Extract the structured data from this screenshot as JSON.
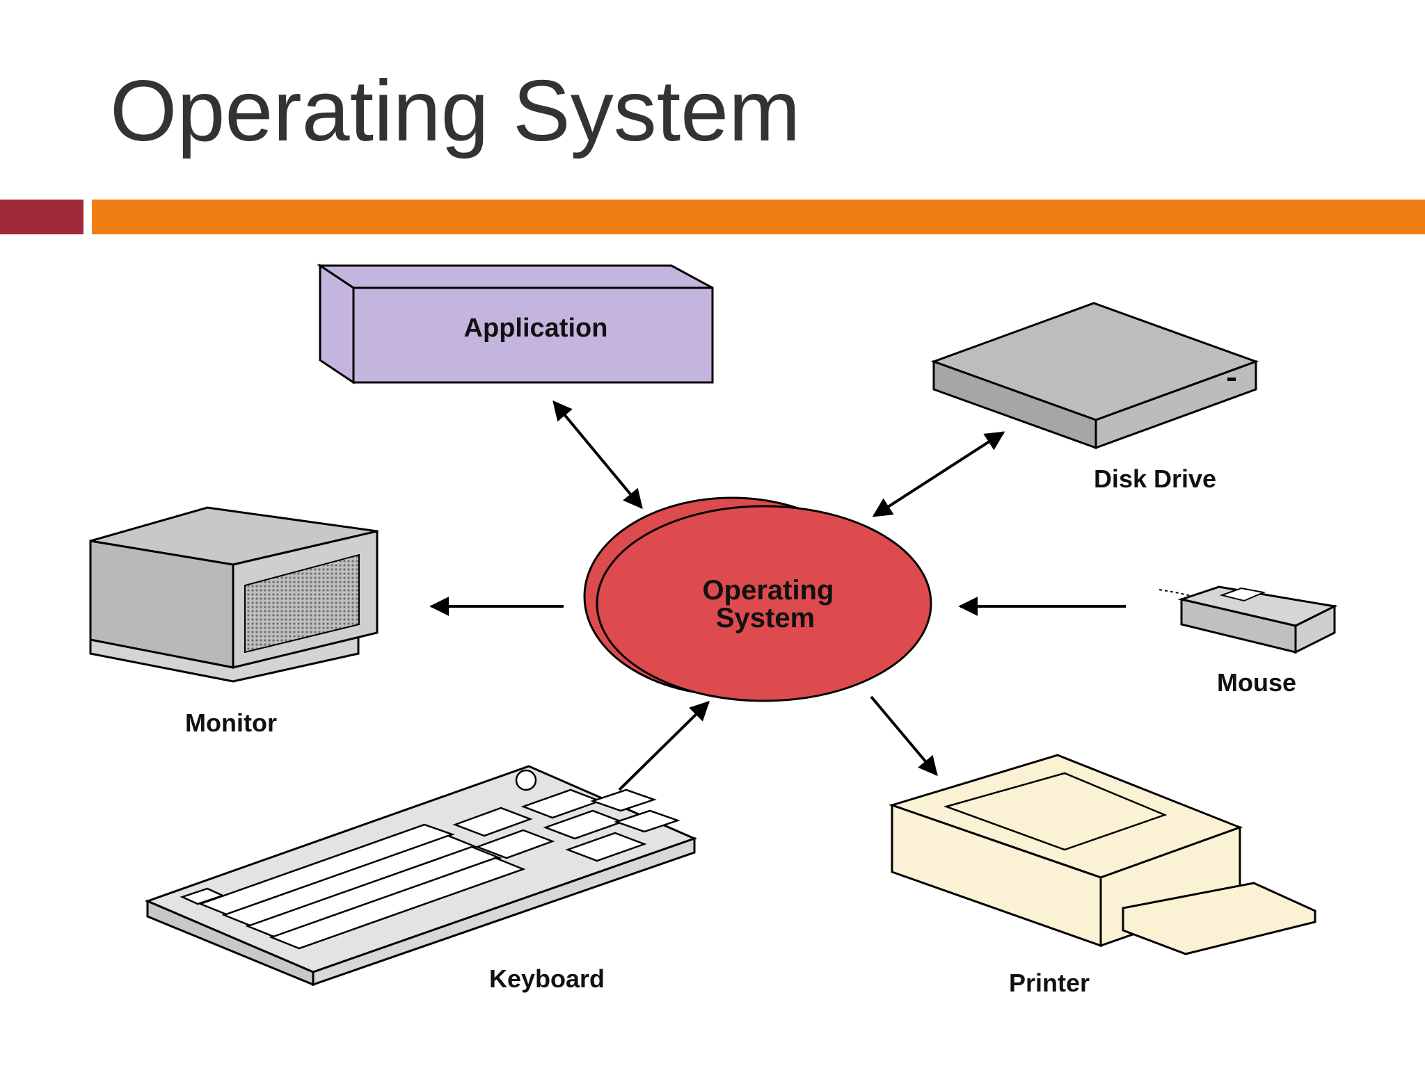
{
  "slide": {
    "title": "Operating System",
    "accent_colors": {
      "left_bar": "#9e2a3a",
      "right_bar": "#ef7f12"
    }
  },
  "diagram": {
    "center": {
      "line1": "Operating",
      "line2": "System",
      "color": "#dd4b4f"
    },
    "nodes": {
      "application": {
        "label": "Application",
        "color": "#c3b5de",
        "link": "bidirectional"
      },
      "disk_drive": {
        "label": "Disk Drive",
        "color": "#bdbdbd",
        "link": "bidirectional"
      },
      "monitor": {
        "label": "Monitor",
        "color": "#c8c8c8",
        "link": "output"
      },
      "mouse": {
        "label": "Mouse",
        "color": "#d6d6d6",
        "link": "input"
      },
      "keyboard": {
        "label": "Keyboard",
        "color": "#e3e3e3",
        "link": "input"
      },
      "printer": {
        "label": "Printer",
        "color": "#fbf2d6",
        "link": "output"
      }
    }
  }
}
